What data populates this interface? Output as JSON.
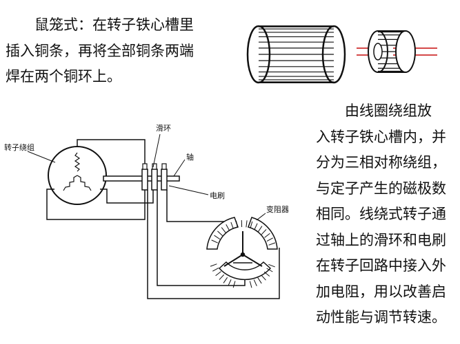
{
  "squirrel_cage": {
    "lines": [
      "　　鼠笼式：在转子铁心槽里",
      "插入铜条，再将全部铜条两端",
      "焊在两个铜环上。"
    ]
  },
  "wound_rotor": {
    "lines": [
      "　　由线圈绕组放",
      "入转子铁心槽内，并",
      "分为三相对称绕组，",
      "与定子产生的磁极数",
      "相同。线绕式转子通",
      "过轴上的滑环和电刷",
      "在转子回路中接入外",
      "加电阻，用以改善启",
      "动性能与调节转速。"
    ]
  },
  "diagram": {
    "labels": {
      "rotor_winding": "转子绕组",
      "slip_ring": "滑环",
      "shaft": "轴",
      "brush": "电刷",
      "rheostat": "变阻器"
    }
  },
  "colors": {
    "shaft": "#d44848",
    "line": "#111111"
  }
}
